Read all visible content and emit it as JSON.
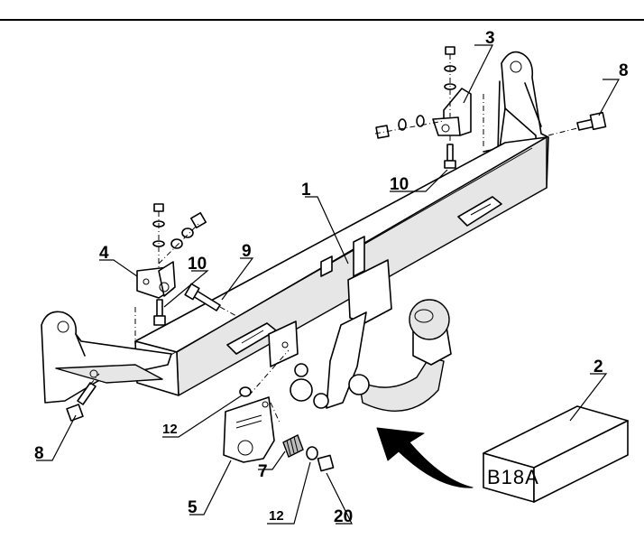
{
  "labels": {
    "main_bar": "1",
    "electrical_kit": "2",
    "right_bracket": "3",
    "left_bracket": "4",
    "socket_plate": "5",
    "spring_washer": "7",
    "bolt_left": "8",
    "bolt_right": "8",
    "bolt_center": "9",
    "bolt_bracket_left": "10",
    "bolt_bracket_right": "10",
    "washer_upper": "12",
    "washer_lower": "12",
    "nut": "20"
  },
  "box_code": "B18A"
}
